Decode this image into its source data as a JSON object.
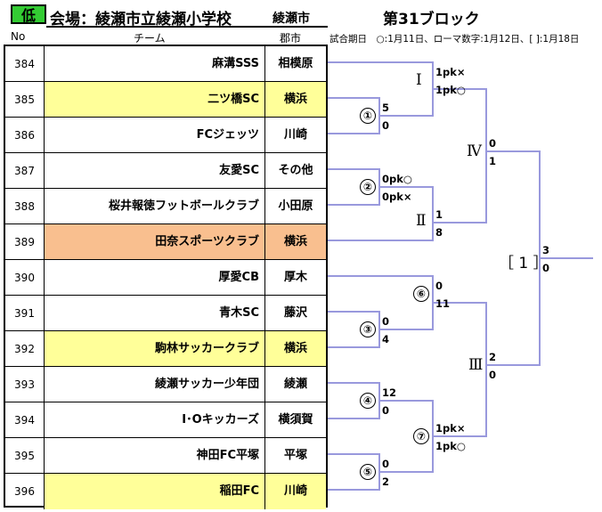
{
  "header": {
    "level": "低",
    "venue": "会場：綾瀬市立綾瀬小学校",
    "city": "綾瀬市",
    "block": "第31ブロック",
    "col_no": "No",
    "col_team": "チーム",
    "col_city": "郡市",
    "legend": "試合期日　○:1月11日、ローマ数字:1月12日、[ ]:1月18日"
  },
  "teams": [
    {
      "no": "384",
      "name": "麻溝SSS",
      "city": "相模原",
      "highlight": "none"
    },
    {
      "no": "385",
      "name": "二ツ橋SC",
      "city": "横浜",
      "highlight": "yellow"
    },
    {
      "no": "386",
      "name": "FCジェッツ",
      "city": "川崎",
      "highlight": "none"
    },
    {
      "no": "387",
      "name": "友愛SC",
      "city": "その他",
      "highlight": "none"
    },
    {
      "no": "388",
      "name": "桜井報徳フットボールクラブ",
      "city": "小田原",
      "highlight": "none"
    },
    {
      "no": "389",
      "name": "田奈スポーツクラブ",
      "city": "横浜",
      "highlight": "orange"
    },
    {
      "no": "390",
      "name": "厚愛CB",
      "city": "厚木",
      "highlight": "none"
    },
    {
      "no": "391",
      "name": "青木SC",
      "city": "藤沢",
      "highlight": "none"
    },
    {
      "no": "392",
      "name": "駒林サッカークラブ",
      "city": "横浜",
      "highlight": "yellow"
    },
    {
      "no": "393",
      "name": "綾瀬サッカー少年団",
      "city": "綾瀬",
      "highlight": "none"
    },
    {
      "no": "394",
      "name": "I･Oキッカーズ",
      "city": "横須賀",
      "highlight": "none"
    },
    {
      "no": "395",
      "name": "神田FC平塚",
      "city": "平塚",
      "highlight": "none"
    },
    {
      "no": "396",
      "name": "稲田FC",
      "city": "川崎",
      "highlight": "yellow"
    }
  ],
  "bracket": {
    "m1": {
      "label": "①",
      "top": "5",
      "bottom": "0"
    },
    "m2": {
      "label": "②",
      "top": "0pk○",
      "bottom": "0pk×"
    },
    "m3": {
      "label": "③",
      "top": "0",
      "bottom": "4"
    },
    "m4": {
      "label": "④",
      "top": "12",
      "bottom": "0"
    },
    "m5": {
      "label": "⑤",
      "top": "0",
      "bottom": "2"
    },
    "m6": {
      "label": "⑥",
      "top": "0",
      "bottom": "11"
    },
    "m7": {
      "label": "⑦",
      "top": "1pk×",
      "bottom": "1pk○"
    },
    "r1": {
      "label": "Ⅰ",
      "top": "1pk×",
      "bottom": "1pk○"
    },
    "r2": {
      "label": "Ⅱ",
      "top": "1",
      "bottom": "8"
    },
    "r3": {
      "label": "Ⅲ",
      "top": "2",
      "bottom": "0"
    },
    "r4": {
      "label": "Ⅳ",
      "top": "0",
      "bottom": "1"
    },
    "final": {
      "label": "［ 1 ］",
      "top": "3",
      "bottom": "0"
    }
  },
  "colors": {
    "badge": "#33cc33",
    "yellow_row": "#ffff99",
    "orange_row": "#f9bf8f",
    "bracket_line": "#9999dd"
  }
}
